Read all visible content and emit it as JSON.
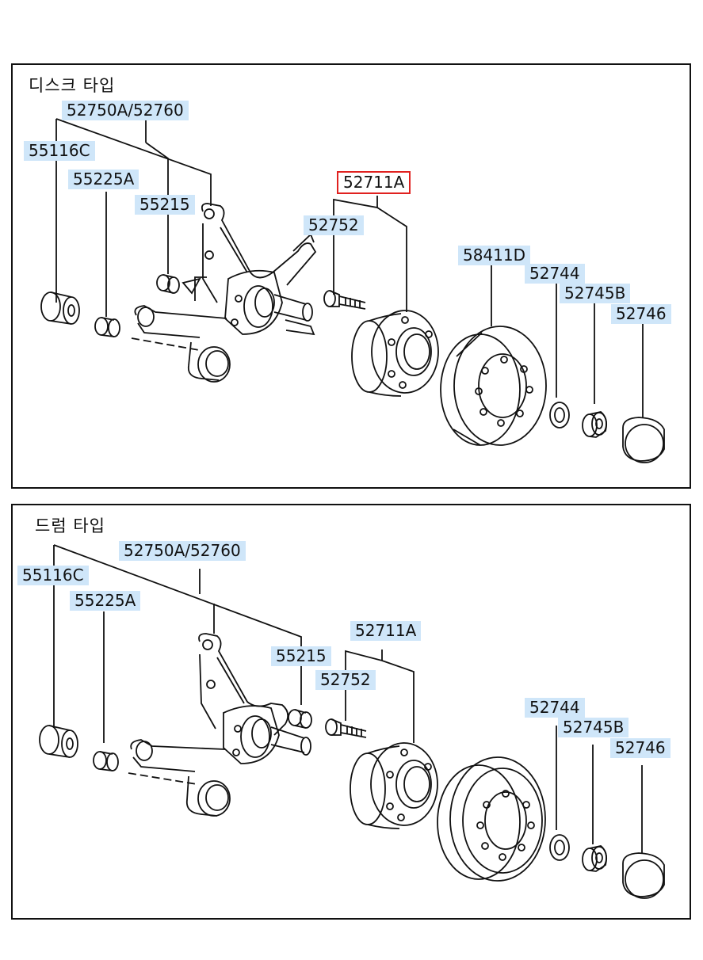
{
  "panels": {
    "disc": {
      "title": "디스크 타입",
      "labels": {
        "knuckle": "52750A/52760",
        "bush_large": "55116C",
        "bush_small": "55225A",
        "bush_mid": "55215",
        "hub": "52711A",
        "bolt": "52752",
        "disc": "58411D",
        "washer": "52744",
        "nut": "52745B",
        "cap": "52746"
      },
      "selected": "hub",
      "highlight_color": "#e0211f"
    },
    "drum": {
      "title": "드럼 타입",
      "labels": {
        "knuckle": "52750A/52760",
        "bush_large": "55116C",
        "bush_small": "55225A",
        "bush_mid": "55215",
        "hub": "52711A",
        "bolt": "52752",
        "washer": "52744",
        "nut": "52745B",
        "cap": "52746"
      }
    }
  },
  "colors": {
    "label_bg": "#cfe6f9",
    "line": "#111111"
  }
}
